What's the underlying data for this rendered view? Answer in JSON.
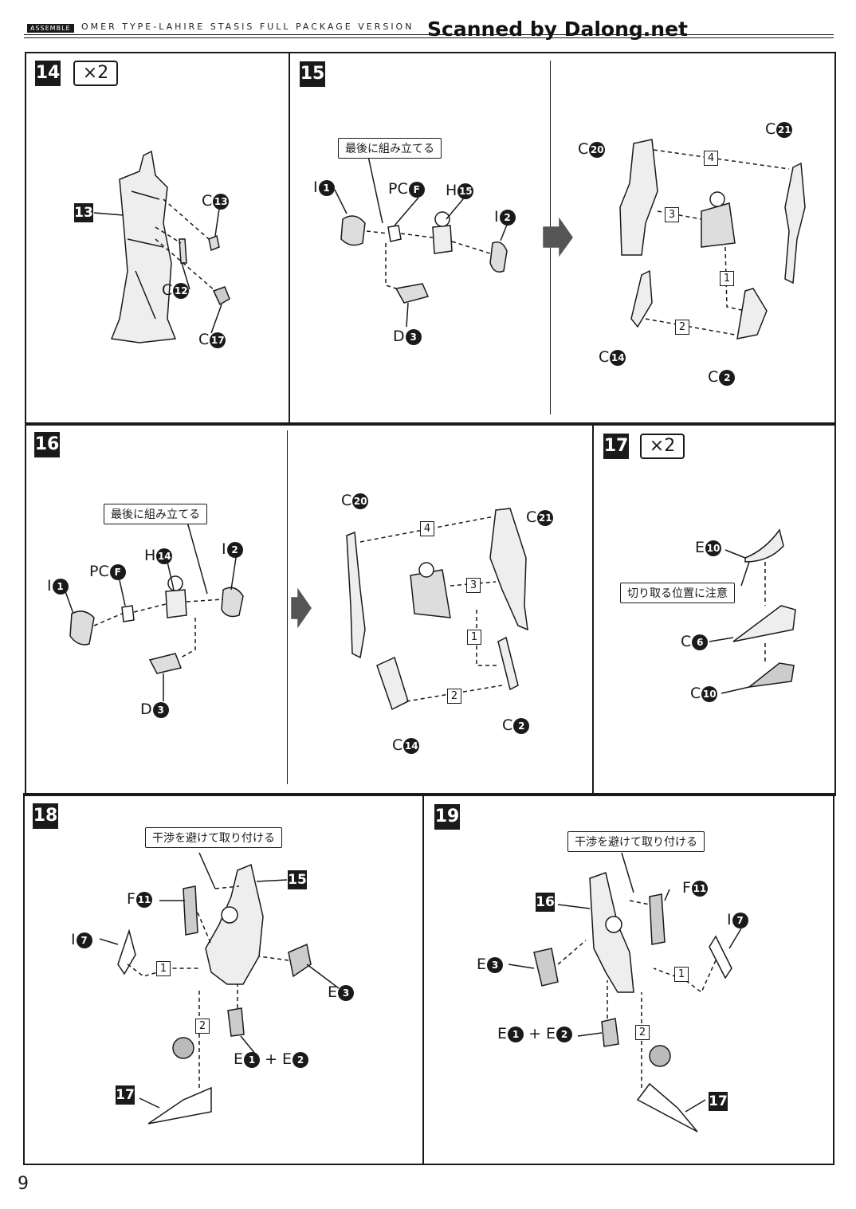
{
  "header": {
    "badge": "ASSEMBLE",
    "title": "OMER TYPE-LAHIRE STASIS FULL PACKAGE VERSION",
    "scan": "Scanned by Dalong.net"
  },
  "page_number": "9",
  "steps": {
    "s14": {
      "num": "14",
      "mult": "×2",
      "tag": "13",
      "labels": {
        "c13": {
          "l": "C",
          "n": "13"
        },
        "c12": {
          "l": "C",
          "n": "12"
        },
        "c17": {
          "l": "C",
          "n": "17"
        }
      }
    },
    "s15": {
      "num": "15",
      "callout": "最後に組み立てる",
      "labels": {
        "i1": {
          "l": "I",
          "n": "1"
        },
        "pcf": {
          "l": "PC",
          "n": "F"
        },
        "h15": {
          "l": "H",
          "n": "15"
        },
        "i2": {
          "l": "I",
          "n": "2"
        },
        "d3": {
          "l": "D",
          "n": "3"
        },
        "c20": {
          "l": "C",
          "n": "20"
        },
        "c21": {
          "l": "C",
          "n": "21"
        },
        "c14": {
          "l": "C",
          "n": "14"
        },
        "c2": {
          "l": "C",
          "n": "2"
        }
      },
      "seq": [
        "1",
        "2",
        "3",
        "4"
      ]
    },
    "s16": {
      "num": "16",
      "callout": "最後に組み立てる",
      "labels": {
        "i1": {
          "l": "I",
          "n": "1"
        },
        "pcf": {
          "l": "PC",
          "n": "F"
        },
        "h14": {
          "l": "H",
          "n": "14"
        },
        "i2": {
          "l": "I",
          "n": "2"
        },
        "d3": {
          "l": "D",
          "n": "3"
        },
        "c20": {
          "l": "C",
          "n": "20"
        },
        "c21": {
          "l": "C",
          "n": "21"
        },
        "c14": {
          "l": "C",
          "n": "14"
        },
        "c2": {
          "l": "C",
          "n": "2"
        }
      },
      "seq": [
        "1",
        "2",
        "3",
        "4"
      ]
    },
    "s17": {
      "num": "17",
      "mult": "×2",
      "callout": "切り取る位置に注意",
      "labels": {
        "e10": {
          "l": "E",
          "n": "10"
        },
        "c6": {
          "l": "C",
          "n": "6"
        },
        "c10": {
          "l": "C",
          "n": "10"
        }
      }
    },
    "s18": {
      "num": "18",
      "callout": "干渉を避けて取り付ける",
      "tag_top": "15",
      "tag_bottom": "17",
      "labels": {
        "f11": {
          "l": "F",
          "n": "11"
        },
        "i7": {
          "l": "I",
          "n": "7"
        },
        "e3": {
          "l": "E",
          "n": "3"
        },
        "e1": {
          "l": "E",
          "n": "1"
        },
        "plus": "+",
        "e2": {
          "l": "E",
          "n": "2"
        }
      },
      "seq": [
        "1",
        "2"
      ]
    },
    "s19": {
      "num": "19",
      "callout": "干渉を避けて取り付ける",
      "tag_top": "16",
      "tag_bottom": "17",
      "labels": {
        "f11": {
          "l": "F",
          "n": "11"
        },
        "i7": {
          "l": "I",
          "n": "7"
        },
        "e3": {
          "l": "E",
          "n": "3"
        },
        "e1": {
          "l": "E",
          "n": "1"
        },
        "plus": "+",
        "e2": {
          "l": "E",
          "n": "2"
        }
      },
      "seq": [
        "1",
        "2"
      ]
    }
  }
}
